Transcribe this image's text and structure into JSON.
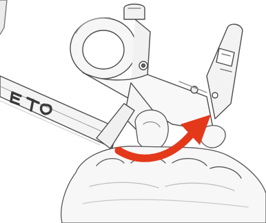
{
  "illustration": {
    "style": "pencil-sketch",
    "subject": "hand-operating-lever-mechanism",
    "icons": [
      "clamp-mechanism-icon",
      "hand-icon",
      "curved-arrow-icon"
    ],
    "colors": {
      "background": "#ffffff",
      "line": "#4a4a4a",
      "shade": "#cfcfcf",
      "arrow": "#e4381b"
    },
    "shaft_lettering": "ETO"
  }
}
